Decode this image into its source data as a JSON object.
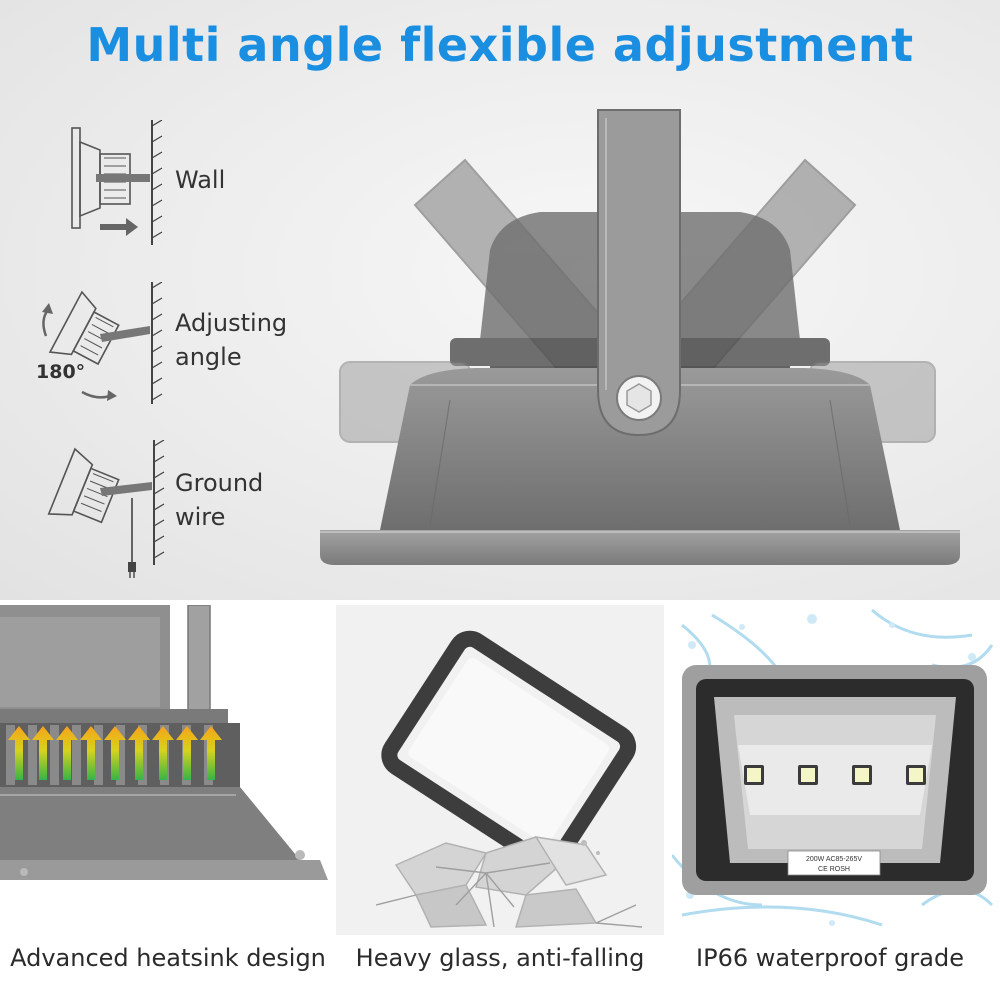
{
  "title": {
    "text": "Multi angle flexible adjustment",
    "color": "#1a8ee0"
  },
  "mount_options": [
    {
      "line1": "Wall",
      "line2": ""
    },
    {
      "line1": "Adjusting",
      "line2": "angle"
    },
    {
      "line1": "Ground",
      "line2": "wire"
    }
  ],
  "angle_value": "180°",
  "features": [
    {
      "caption": "Advanced heatsink design"
    },
    {
      "caption": "Heavy glass, anti-falling"
    },
    {
      "caption": "IP66 waterproof grade"
    }
  ],
  "floodlight_label": {
    "line1": "200W  AC85-265V",
    "line2": "CE  ROSH"
  },
  "colors": {
    "housing": "#8c8c8c",
    "housing_dark": "#5f5f5f",
    "frame": "#3d3d3d",
    "led": "#f4f6c8",
    "arrow_top": "#f7a21b",
    "arrow_bottom": "#35b44a",
    "water": "#a9d8ee"
  }
}
